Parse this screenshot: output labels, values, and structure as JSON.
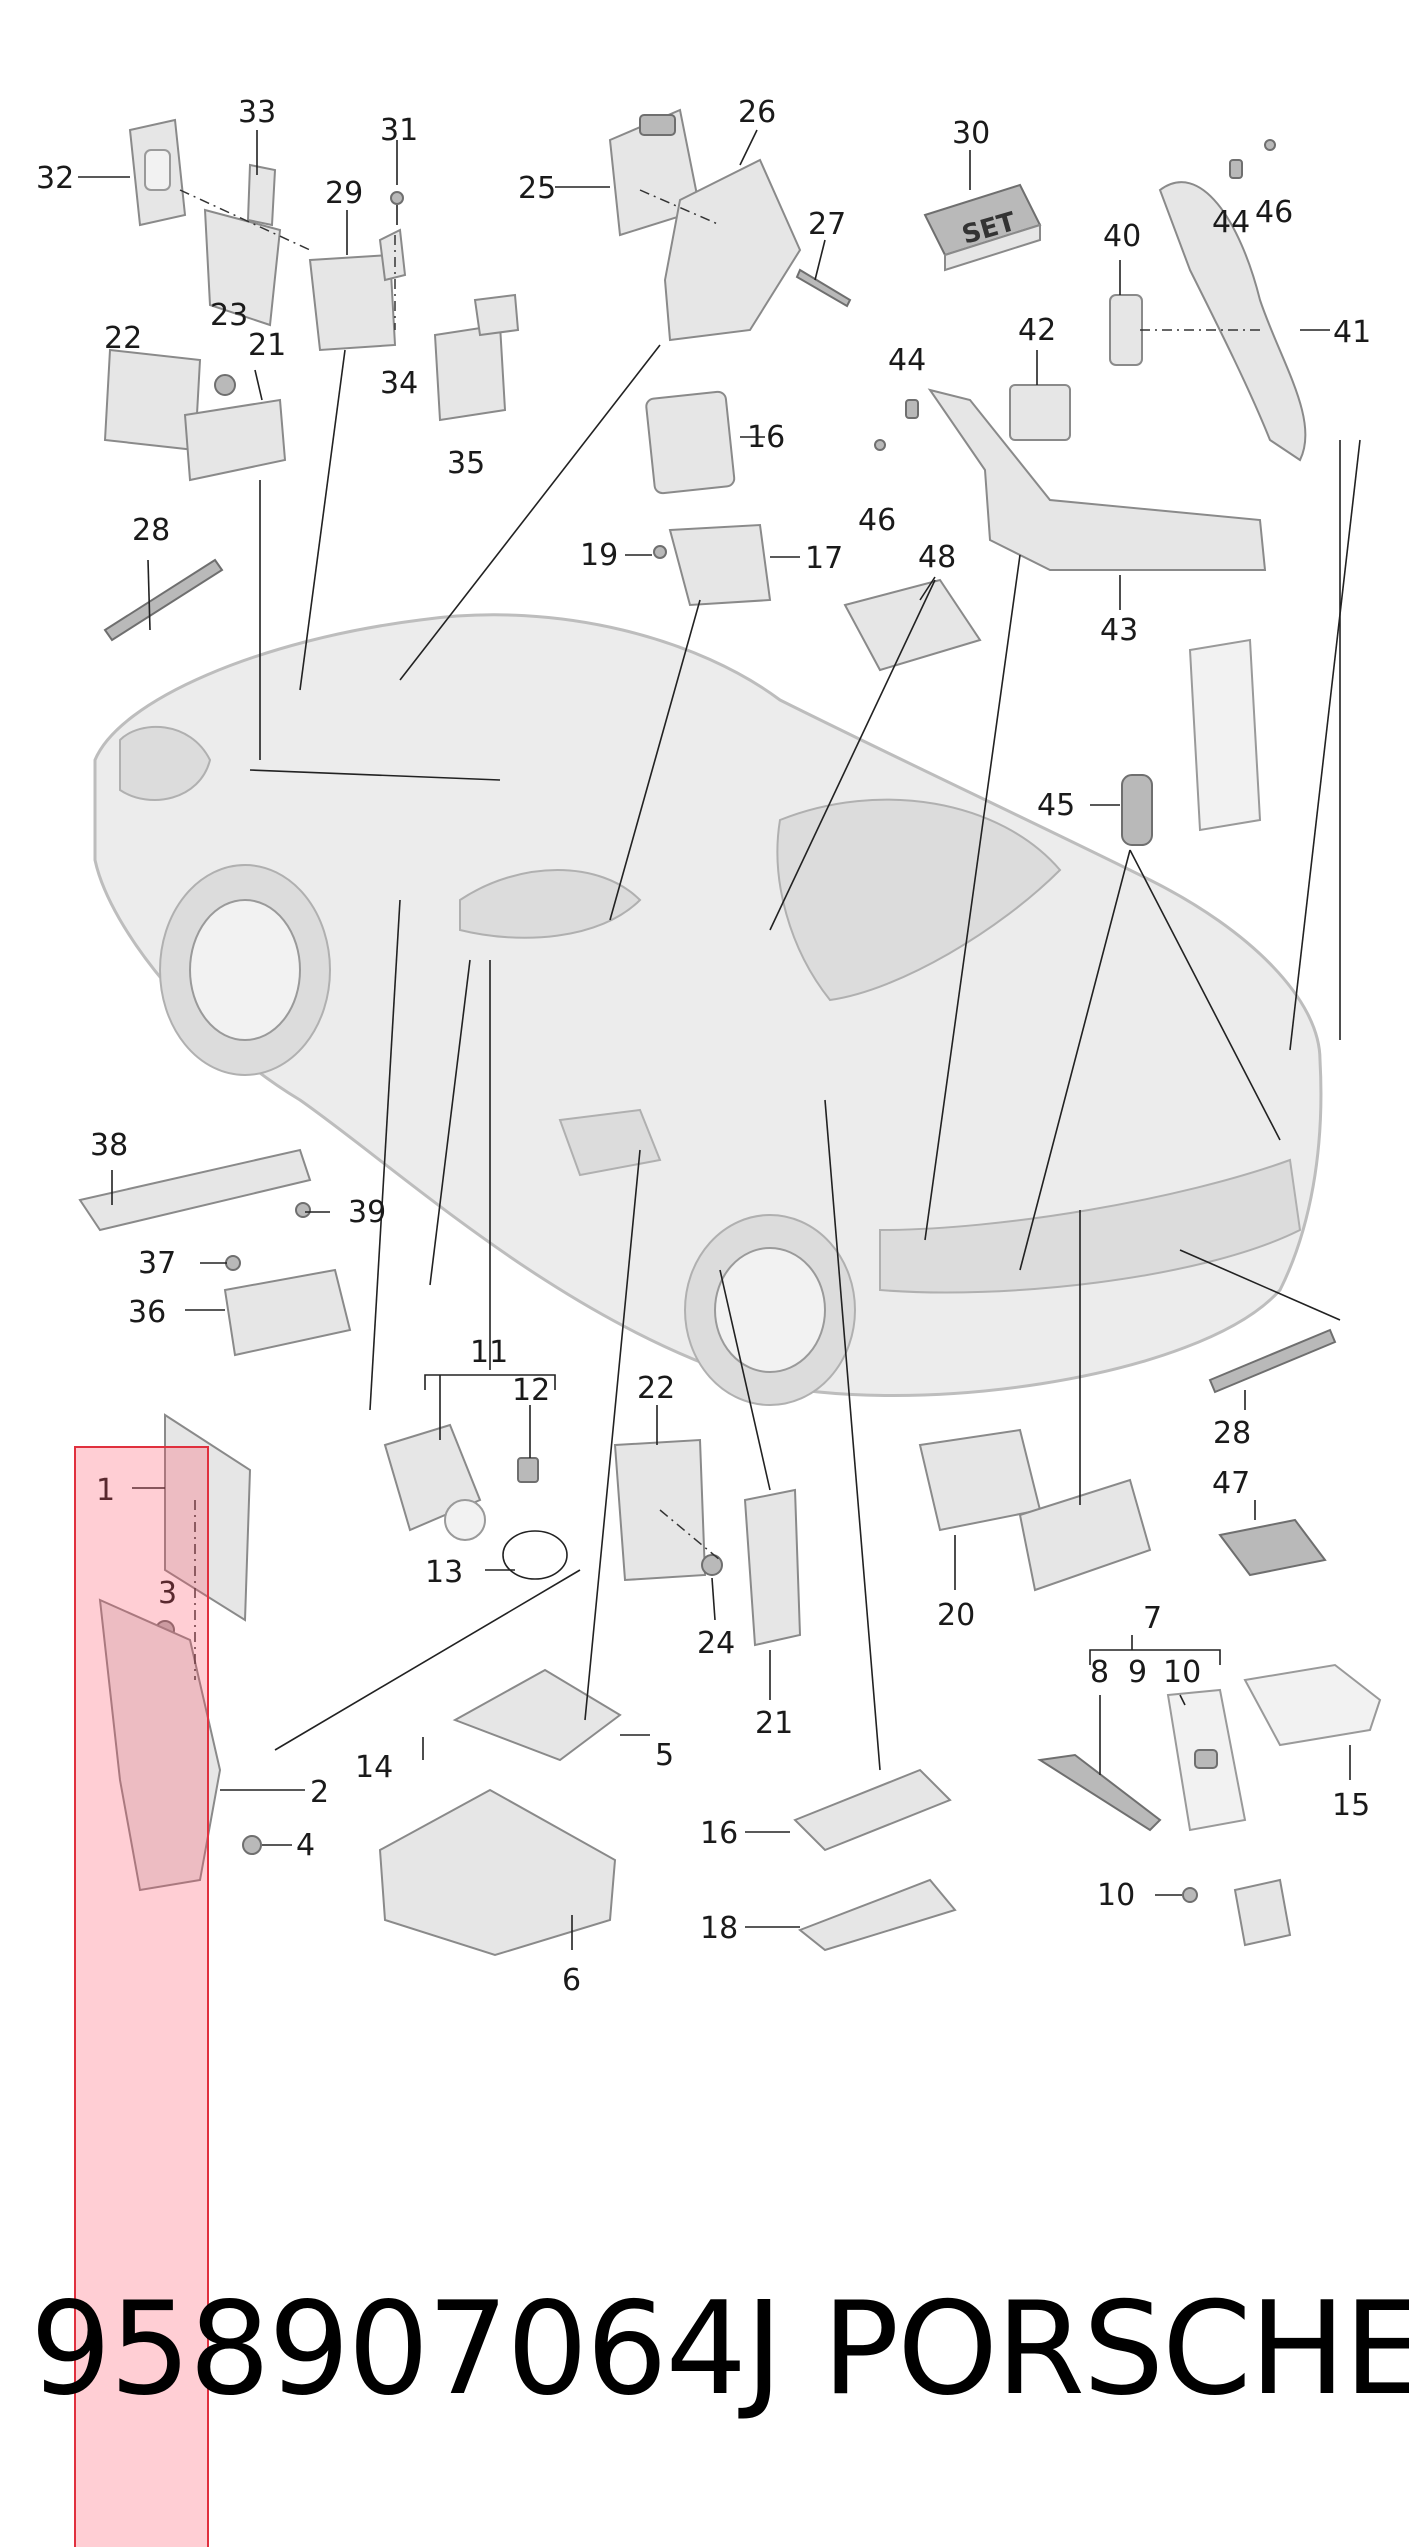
{
  "diagram": {
    "callouts": [
      "1",
      "2",
      "3",
      "4",
      "5",
      "6",
      "7",
      "8",
      "9",
      "10",
      "10",
      "11",
      "12",
      "13",
      "14",
      "15",
      "16",
      "16",
      "17",
      "18",
      "19",
      "20",
      "21",
      "21",
      "22",
      "22",
      "23",
      "24",
      "25",
      "26",
      "27",
      "28",
      "28",
      "29",
      "30",
      "31",
      "32",
      "33",
      "34",
      "35",
      "36",
      "37",
      "38",
      "39",
      "40",
      "41",
      "42",
      "43",
      "44",
      "44",
      "45",
      "46",
      "46",
      "47",
      "48"
    ],
    "set_label": "SET"
  },
  "footer": {
    "part_number": "958907064J",
    "brand": "PORSCHE"
  },
  "colors": {
    "highlight_fill": "#ff5064",
    "highlight_border": "#e0303e",
    "part_gray": "#e6e6e6",
    "text": "#000000"
  }
}
